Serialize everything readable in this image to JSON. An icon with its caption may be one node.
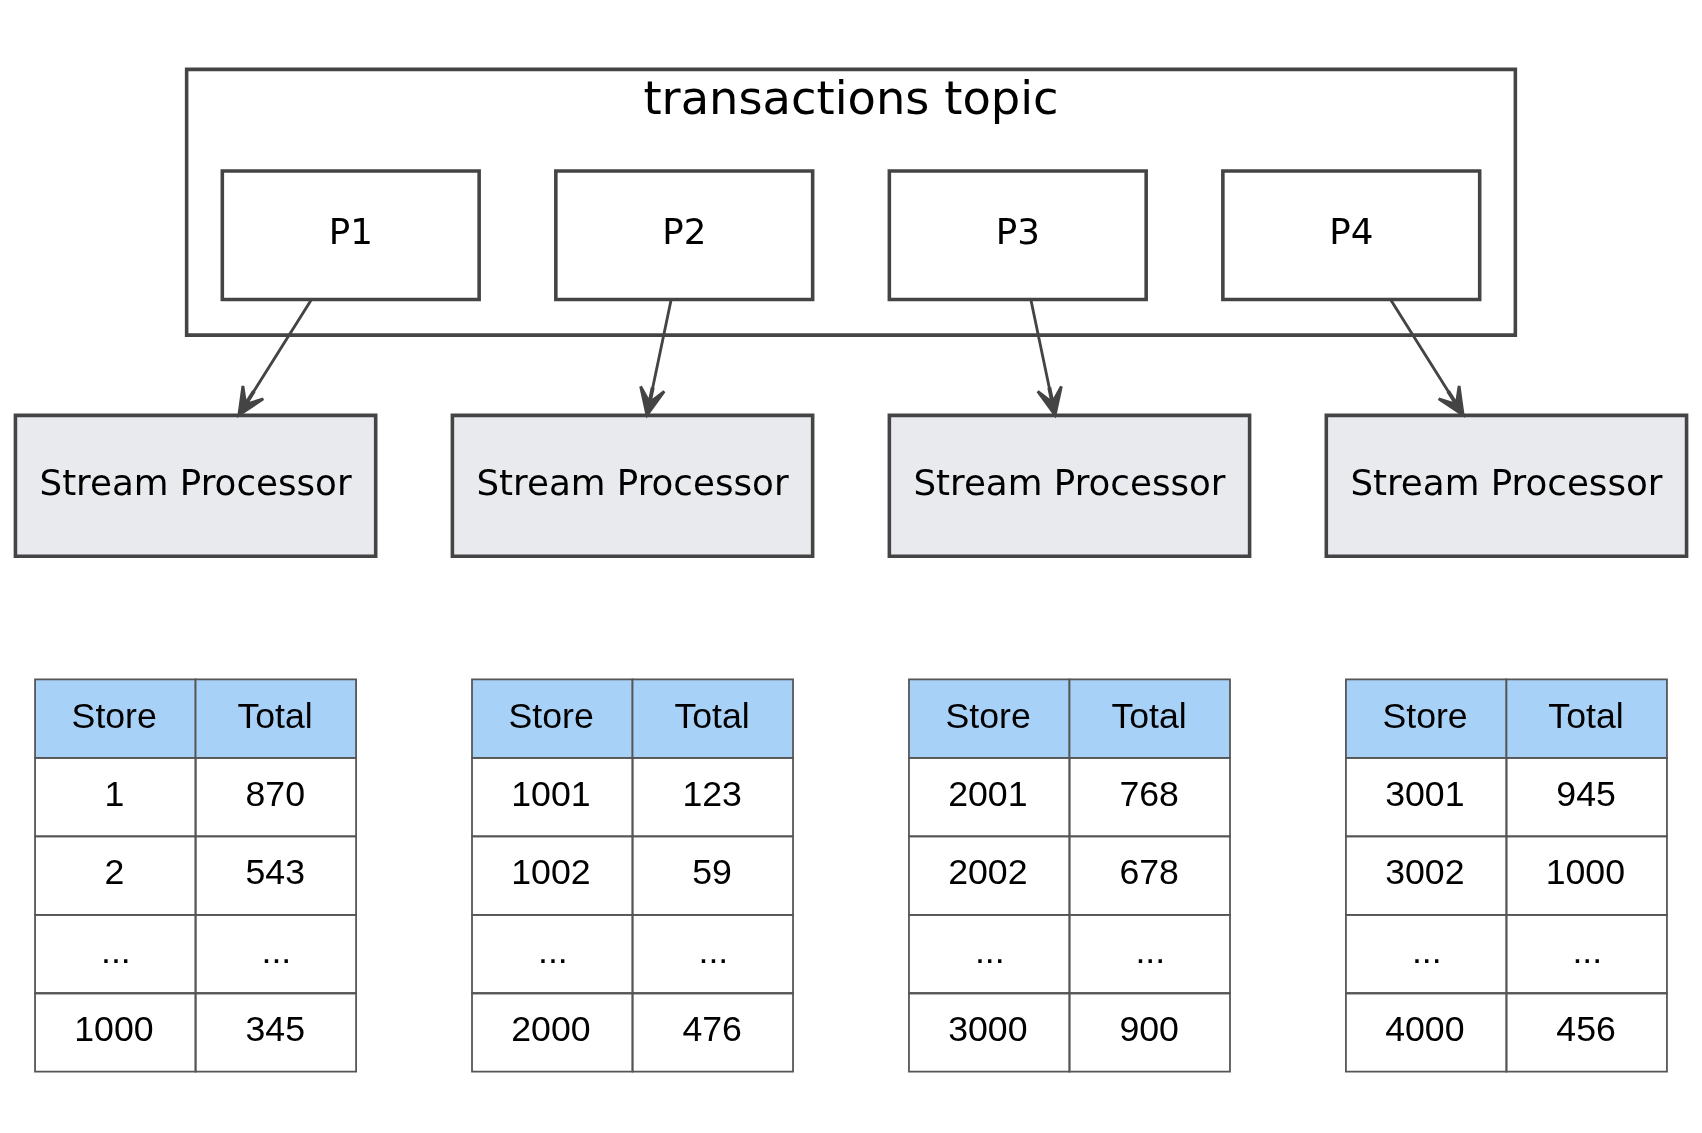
{
  "diagram": {
    "nodes": [
      {
        "text": [
          "transactions topic"
        ]
      },
      {
        "text": [
          "P1"
        ],
        "in": 0
      },
      {
        "text": [
          "P2"
        ],
        "in": 0
      },
      {
        "text": [
          "P3"
        ],
        "in": 0
      },
      {
        "text": [
          "P4"
        ],
        "in": 0
      },
      {
        "text": [
          "Stream Processor"
        ]
      },
      {
        "text": [
          "Stream Processor"
        ]
      },
      {
        "text": [
          "Stream Processor"
        ]
      },
      {
        "text": [
          "Stream Processor"
        ]
      }
    ],
    "edges": [
      {
        "from": 1,
        "to": 5,
        "arrow": "to"
      },
      {
        "from": 2,
        "to": 6,
        "arrow": "to"
      },
      {
        "from": 3,
        "to": 7,
        "arrow": "to"
      },
      {
        "from": 4,
        "to": 8,
        "arrow": "to"
      }
    ],
    "labels": [
      "Store",
      "Total",
      "1",
      "870",
      "2",
      "543",
      "...",
      "...",
      "1000",
      "345",
      "Store",
      "Total",
      "1001",
      "123",
      "1002",
      "59",
      "...",
      "...",
      "2000",
      "476",
      "Store",
      "Total",
      "2001",
      "768",
      "2002",
      "678",
      "...",
      "...",
      "3000",
      "900",
      "Store",
      "Total",
      "3001",
      "945",
      "3002",
      "1000",
      "...",
      "...",
      "4000",
      "456"
    ]
  }
}
